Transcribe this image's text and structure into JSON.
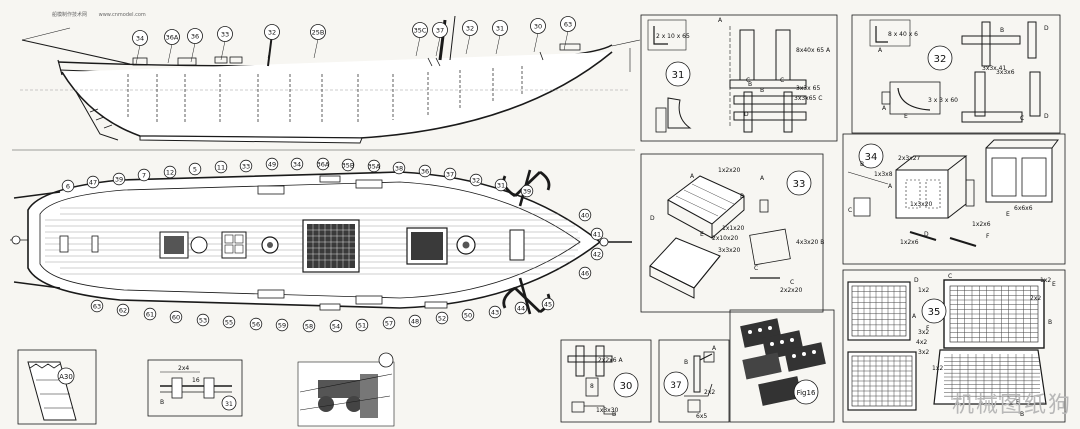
{
  "sheet": {
    "header_left": "船模制作技术网",
    "header_right": "www.cnmodel.com",
    "watermark": "机械图纸狗"
  },
  "hull_callouts": [
    "34",
    "36A",
    "36",
    "33",
    "32",
    "25B",
    "35C",
    "37",
    "32",
    "31",
    "30",
    "63"
  ],
  "deck_callouts": [
    "6",
    "47",
    "39",
    "7",
    "12",
    "5",
    "11",
    "33",
    "49",
    "34",
    "36A",
    "35B",
    "35A",
    "38",
    "36",
    "37",
    "32",
    "31",
    "39",
    "40",
    "41",
    "42",
    "46",
    "45",
    "44",
    "43",
    "50",
    "52",
    "48",
    "57",
    "51",
    "54",
    "58",
    "59",
    "56",
    "55",
    "53",
    "60",
    "61",
    "62",
    "63"
  ],
  "detail_left": {
    "label": "A30"
  },
  "detail_small": {
    "labels": [
      "2x4",
      "16",
      "B",
      "31"
    ]
  },
  "panels": {
    "p31": {
      "num": "31",
      "labels": [
        "2 x 10 x 65",
        "A",
        "8x40x 65 A",
        "B",
        "C",
        "C",
        "3x3x 65",
        "B",
        "3x3x65 C",
        "D"
      ]
    },
    "p32": {
      "num": "32",
      "labels": [
        "8 x 40 x 6",
        "A",
        "B",
        "3x3x6",
        "3x3x 41",
        "E",
        "3 x 3 x 60",
        "C",
        "D",
        "A",
        "D"
      ]
    },
    "p33": {
      "num": "33",
      "labels": [
        "1x2x20",
        "A",
        "A",
        "B",
        "D",
        "E",
        "2x10x20",
        "3x3x20",
        "1x1x20",
        "4x3x20 B",
        "C",
        "2x2x20",
        "C"
      ]
    },
    "p34": {
      "num": "34",
      "labels": [
        "2x3x27",
        "B",
        "1x3x8",
        "A",
        "C",
        "1x3x20",
        "D",
        "1x2x6",
        "1x2x6",
        "F",
        "E",
        "6x6x6"
      ]
    },
    "p35": {
      "num": "35",
      "labels": [
        "D",
        "1x2",
        "C",
        "1x2",
        "A",
        "3x2",
        "F",
        "2x2",
        "B",
        "E",
        "4x2",
        "3x2",
        "1x2",
        "E",
        "B"
      ]
    },
    "p30": {
      "num": "30",
      "labels": [
        "2x2x6 A",
        "8",
        "1x3x30",
        "B"
      ]
    },
    "p37": {
      "num": "37",
      "labels": [
        "B",
        "A",
        "2x2",
        "6x5"
      ]
    },
    "p16": {
      "num": "Fig16"
    }
  }
}
